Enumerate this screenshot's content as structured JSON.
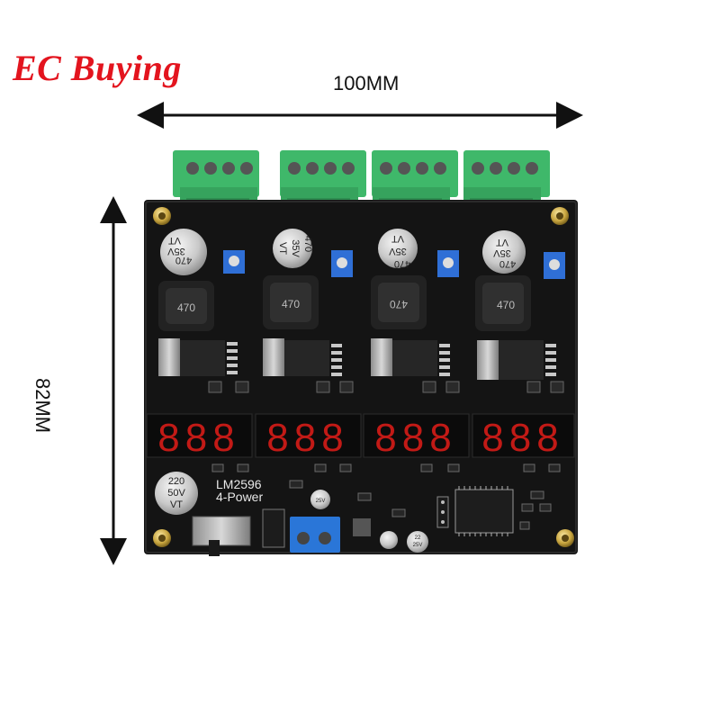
{
  "brand": {
    "name": "EC Buying",
    "color": "#e3141e"
  },
  "dimensions": {
    "width": "100MM",
    "height": "82MM"
  },
  "board": {
    "model_text": "LM2596",
    "model_sub": "4-Power",
    "input_cap": [
      "220",
      "50V",
      "VT"
    ],
    "channels": [
      {
        "cap": [
          "470",
          "35V",
          "VT"
        ],
        "inductor": "470",
        "display": "888"
      },
      {
        "cap": [
          "470",
          "35V",
          "VT"
        ],
        "inductor": "470",
        "display": "888"
      },
      {
        "cap": [
          "470",
          "35V",
          "VT"
        ],
        "inductor": "470",
        "display": "888"
      },
      {
        "cap": [
          "470",
          "35V",
          "VT"
        ],
        "inductor": "470",
        "display": "888"
      }
    ],
    "small_cap_a": [
      "25V"
    ],
    "small_cap_b": [
      "22",
      "25V"
    ]
  },
  "colors": {
    "pcb": "#141414",
    "terminal_green": "#3fb86a",
    "terminal_blue": "#2a76d8",
    "trimmer_blue": "#2f6fd6",
    "display_red": "#c21a16"
  }
}
